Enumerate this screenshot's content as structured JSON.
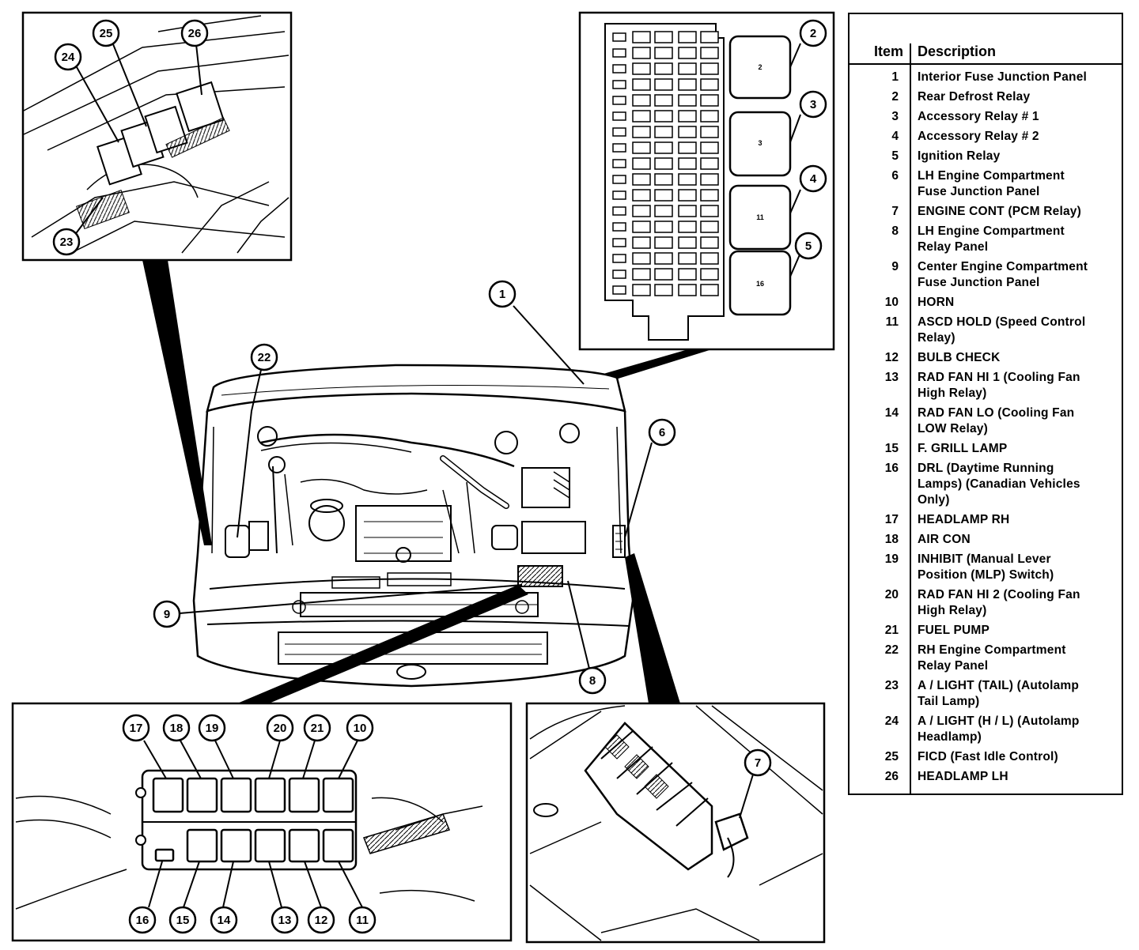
{
  "legend": {
    "item_header": "Item",
    "description_header": "Description",
    "rows": [
      {
        "item": "1",
        "description": "Interior Fuse Junction Panel"
      },
      {
        "item": "2",
        "description": "Rear Defrost Relay"
      },
      {
        "item": "3",
        "description": "Accessory Relay # 1"
      },
      {
        "item": "4",
        "description": "Accessory Relay # 2"
      },
      {
        "item": "5",
        "description": "Ignition Relay"
      },
      {
        "item": "6",
        "description": "LH Engine Compartment\nFuse Junction Panel"
      },
      {
        "item": "7",
        "description": "ENGINE CONT (PCM Relay)"
      },
      {
        "item": "8",
        "description": "LH Engine Compartment\nRelay Panel"
      },
      {
        "item": "9",
        "description": "Center Engine Compartment\nFuse Junction Panel"
      },
      {
        "item": "10",
        "description": "HORN"
      },
      {
        "item": "11",
        "description": "ASCD HOLD (Speed Control\nRelay)"
      },
      {
        "item": "12",
        "description": "BULB CHECK"
      },
      {
        "item": "13",
        "description": "RAD FAN HI 1 (Cooling Fan\nHigh Relay)"
      },
      {
        "item": "14",
        "description": "RAD FAN LO (Cooling Fan\nLOW Relay)"
      },
      {
        "item": "15",
        "description": "F. GRILL LAMP"
      },
      {
        "item": "16",
        "description": "DRL (Daytime Running\nLamps) (Canadian Vehicles\nOnly)"
      },
      {
        "item": "17",
        "description": "HEADLAMP RH"
      },
      {
        "item": "18",
        "description": "AIR CON"
      },
      {
        "item": "19",
        "description": "INHIBIT (Manual Lever\nPosition (MLP) Switch)"
      },
      {
        "item": "20",
        "description": "RAD FAN HI 2 (Cooling Fan\nHigh Relay)"
      },
      {
        "item": "21",
        "description": "FUEL PUMP"
      },
      {
        "item": "22",
        "description": "RH Engine Compartment\nRelay Panel"
      },
      {
        "item": "23",
        "description": "A / LIGHT (TAIL) (Autolamp\nTail Lamp)"
      },
      {
        "item": "24",
        "description": "A / LIGHT (H / L) (Autolamp\nHeadlamp)"
      },
      {
        "item": "25",
        "description": "FICD (Fast Idle Control)"
      },
      {
        "item": "26",
        "description": "HEADLAMP LH"
      }
    ]
  },
  "callouts": {
    "c1": "1",
    "c2": "2",
    "c3": "3",
    "c4": "4",
    "c5": "5",
    "c6": "6",
    "c7": "7",
    "c8": "8",
    "c9": "9",
    "c10": "10",
    "c11": "11",
    "c12": "12",
    "c13": "13",
    "c14": "14",
    "c15": "15",
    "c16": "16",
    "c17": "17",
    "c18": "18",
    "c19": "19",
    "c20": "20",
    "c21": "21",
    "c22": "22",
    "c23": "23",
    "c24": "24",
    "c25": "25",
    "c26": "26"
  },
  "relay_labels": {
    "r2": "2",
    "r3": "3",
    "r4": "11",
    "r5": "16"
  }
}
